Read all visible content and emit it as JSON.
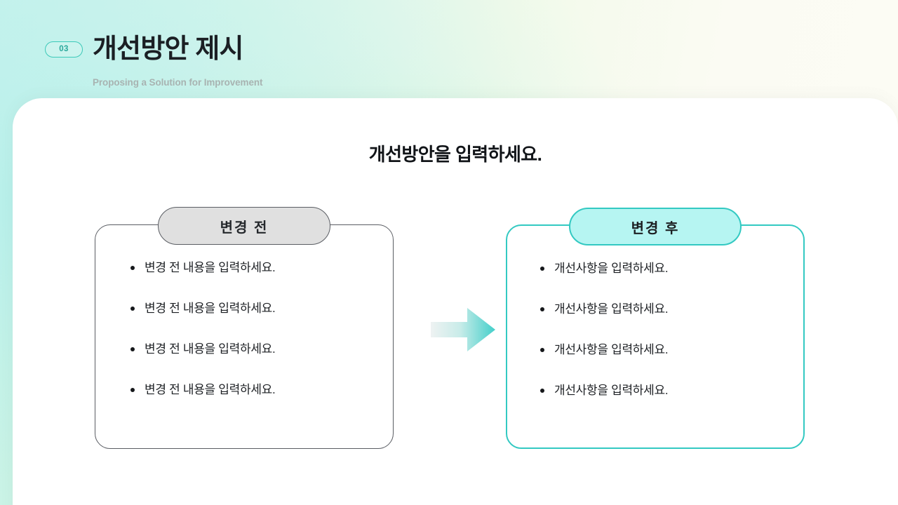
{
  "header": {
    "badge": "03",
    "title": "개선방안 제시",
    "subtitle": "Proposing a Solution for Improvement"
  },
  "card": {
    "title": "개선방안을 입력하세요."
  },
  "compare": {
    "arrow_icon": "right-arrow-icon",
    "before": {
      "badge_label": "변경 전",
      "bullets": [
        "변경 전 내용을 입력하세요.",
        "변경 전 내용을 입력하세요.",
        "변경 전 내용을 입력하세요.",
        "변경 전 내용을 입력하세요."
      ]
    },
    "after": {
      "badge_label": "변경 후",
      "bullets": [
        "개선사항을 입력하세요.",
        "개선사항을 입력하세요.",
        "개선사항을 입력하세요.",
        "개선사항을 입력하세요."
      ]
    }
  },
  "colors": {
    "accent_teal": "#33c9c2",
    "badge_border": "#3cc9b9",
    "badge_text": "#2aa99b",
    "before_fill": "#e0e0e0",
    "before_border": "#5a5d63",
    "after_fill": "#b6f5f2",
    "title_text": "#1b1f24",
    "subtitle_text": "#a8b3b1",
    "body_text": "#1d2024",
    "card_bg": "#ffffff"
  }
}
